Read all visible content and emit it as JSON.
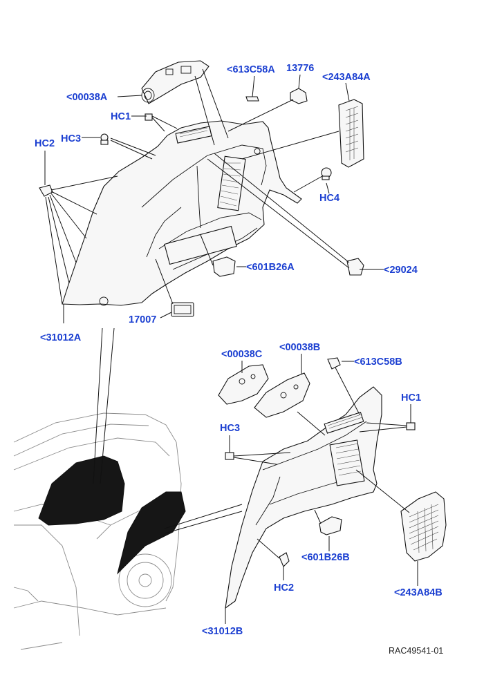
{
  "callouts": {
    "p00038A": "<00038A",
    "p613C58A_top": "<613C58A",
    "p13776": "13776",
    "p243A84A": "<243A84A",
    "hc1_top": "HC1",
    "hc3_top": "HC3",
    "hc2_top": "HC2",
    "hc4": "HC4",
    "p601B26A": "<601B26A",
    "p29024": "<29024",
    "p17007": "17007",
    "p31012A": "<31012A",
    "p00038C": "<00038C",
    "p00038B": "<00038B",
    "p613C58B": "<613C58B",
    "hc1_bottom": "HC1",
    "hc3_bottom": "HC3",
    "p601B26B": "<601B26B",
    "hc2_bottom": "HC2",
    "p243A84B": "<243A84B",
    "p31012B": "<31012B"
  },
  "diagram_code": "RAC49541-01",
  "colors": {
    "callout_text": "#1b3fd1",
    "part_fill": "#f7f7f7",
    "part_outline": "#111111",
    "highlight_fill": "#161616",
    "vehicle_outline": "#8a8a8a"
  }
}
